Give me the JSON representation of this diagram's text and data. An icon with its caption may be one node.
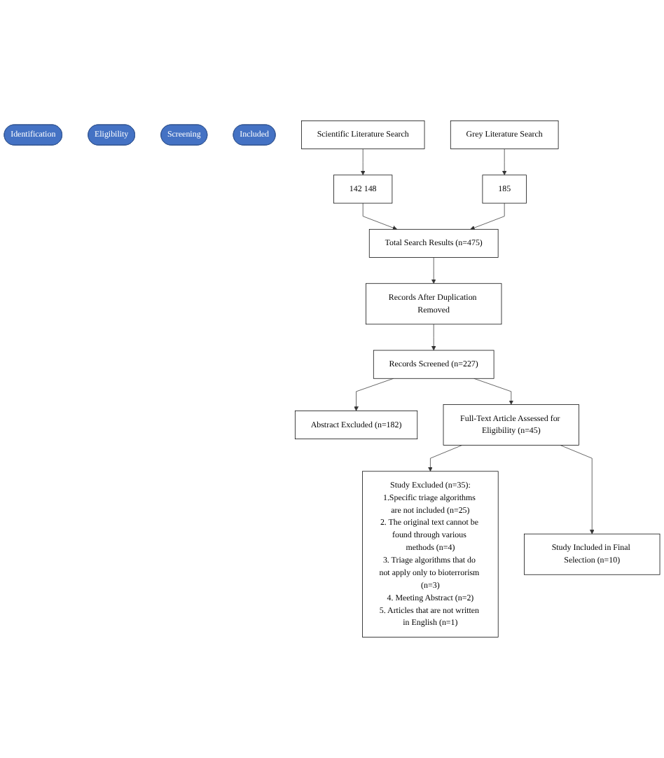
{
  "diagram": {
    "nodes": [
      {
        "text": [
          "Identification"
        ]
      },
      {
        "text": [
          "Eligibility"
        ]
      },
      {
        "text": [
          "Screening"
        ]
      },
      {
        "text": [
          "Included"
        ]
      },
      {
        "text": [
          "Scientific Literature Search"
        ]
      },
      {
        "text": [
          "Grey Literature Search"
        ]
      },
      {
        "text": [
          "142 148"
        ]
      },
      {
        "text": [
          "185"
        ]
      },
      {
        "text": [
          "Total Search Results (n=475)"
        ]
      },
      {
        "text": [
          "Records After Duplication Removed"
        ]
      },
      {
        "text": [
          "Records Screened (n=227)"
        ]
      },
      {
        "text": [
          "Abstract Excluded (n=182)"
        ]
      },
      {
        "text": [
          "Full-Text Article Assessed for Eligibility (n=45)"
        ]
      },
      {
        "text": [
          "Study Excluded (n=35):",
          "1.Specific triage algorithms are not included (n=25)",
          "2. The original text cannot be found through various methods (n=4)",
          "3. Triage algorithms that do not apply only to bioterrorism (n=3)",
          "4. Meeting Abstract (n=2)",
          "5. Articles that are not written in English (n=1)"
        ]
      },
      {
        "text": [
          "Study Included in Final Selection (n=10)"
        ]
      }
    ],
    "edges": [
      {
        "from": 4,
        "to": 6,
        "arrow": "to"
      },
      {
        "from": 5,
        "to": 7,
        "arrow": "to"
      },
      {
        "from": 6,
        "to": 8,
        "arrow": "to"
      },
      {
        "from": 7,
        "to": 8,
        "arrow": "to"
      },
      {
        "from": 8,
        "to": 9,
        "arrow": "to"
      },
      {
        "from": 9,
        "to": 10,
        "arrow": "to"
      },
      {
        "from": 10,
        "to": 11,
        "arrow": "to"
      },
      {
        "from": 10,
        "to": 12,
        "arrow": "to"
      },
      {
        "from": 12,
        "to": 13,
        "arrow": "to"
      },
      {
        "from": 12,
        "to": 14,
        "arrow": "to"
      }
    ]
  }
}
